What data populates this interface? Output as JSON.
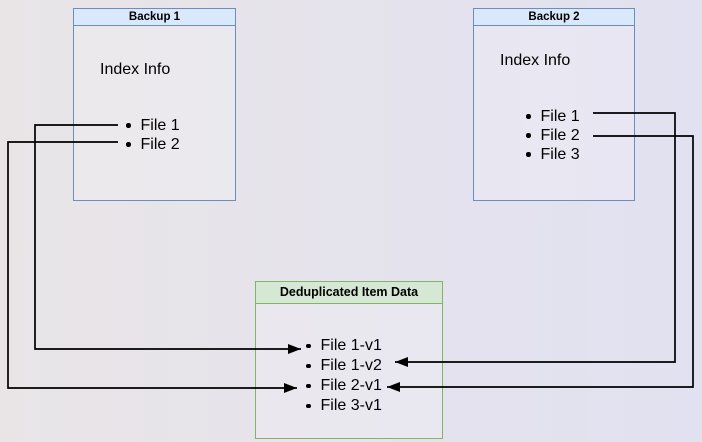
{
  "colors": {
    "background_left": "#e9e5e7",
    "background_right": "#e1e1f1",
    "blue_border": "#6c8ebf",
    "blue_header_fill": "#dae8fc",
    "green_border": "#82b366",
    "green_header_fill": "#d5e8d4",
    "connector": "#000000",
    "text": "#000000"
  },
  "boxes": {
    "backup1": {
      "title": "Backup 1",
      "label": "Index Info",
      "items": [
        "File 1",
        "File 2"
      ]
    },
    "backup2": {
      "title": "Backup 2",
      "label": "Index Info",
      "items": [
        "File 1",
        "File 2",
        "File 3"
      ]
    },
    "dedup": {
      "title": "Deduplicated Item Data",
      "items": [
        "File 1-v1",
        "File 1-v2",
        "File 2-v1",
        "File 3-v1"
      ]
    }
  },
  "edges": [
    {
      "from": "Backup 1 / File 1",
      "to": "Deduplicated Item Data / File 1-v1"
    },
    {
      "from": "Backup 1 / File 2",
      "to": "Deduplicated Item Data / File 2-v1"
    },
    {
      "from": "Backup 2 / File 1",
      "to": "Deduplicated Item Data / File 1-v2"
    },
    {
      "from": "Backup 2 / File 2",
      "to": "Deduplicated Item Data / File 2-v1"
    }
  ]
}
